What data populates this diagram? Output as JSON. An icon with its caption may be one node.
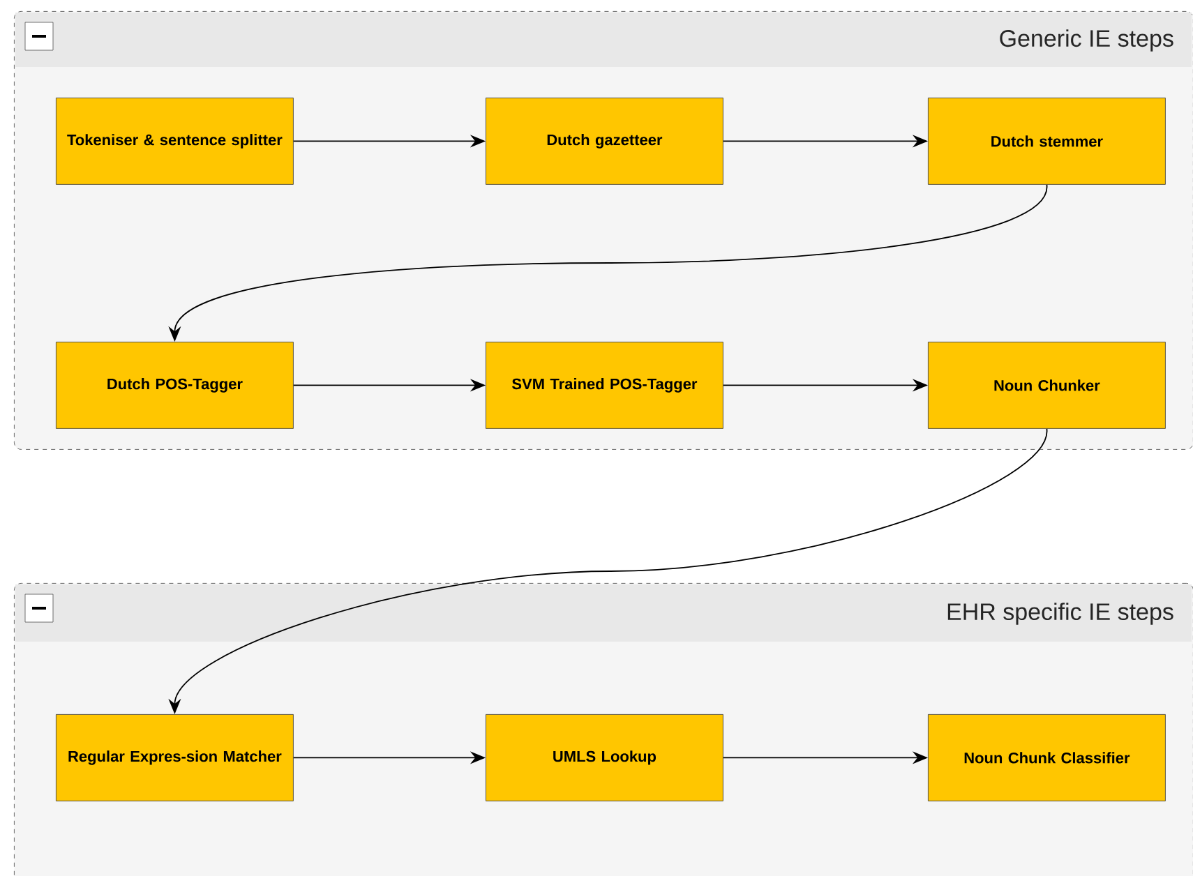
{
  "diagram": {
    "nodes": [
      {
        "text": [
          "Generic IE steps"
        ]
      },
      {
        "text": [
          "Tokeniser & sentence splitter"
        ],
        "in": 0
      },
      {
        "text": [
          "Dutch gazetteer"
        ],
        "in": 0
      },
      {
        "text": [
          "Dutch stemmer"
        ],
        "in": 0
      },
      {
        "text": [
          "Dutch POS-Tagger"
        ],
        "in": 0
      },
      {
        "text": [
          "SVM Trained POS-Tagger"
        ],
        "in": 0
      },
      {
        "text": [
          "Noun Chunker"
        ],
        "in": 0
      },
      {
        "text": [
          "EHR specific IE steps"
        ]
      },
      {
        "text": [
          "Regular Expres-sion Matcher"
        ],
        "in": 7
      },
      {
        "text": [
          "UMLS Lookup"
        ],
        "in": 7
      },
      {
        "text": [
          "Noun Chunk Classifier"
        ],
        "in": 7
      }
    ],
    "edges": [
      {
        "from": 1,
        "to": 2,
        "arrow": "to"
      },
      {
        "from": 2,
        "to": 3,
        "arrow": "to"
      },
      {
        "from": 3,
        "to": 4,
        "arrow": "to"
      },
      {
        "from": 4,
        "to": 5,
        "arrow": "to"
      },
      {
        "from": 5,
        "to": 6,
        "arrow": "to"
      },
      {
        "from": 6,
        "to": 8,
        "arrow": "to"
      },
      {
        "from": 8,
        "to": 9,
        "arrow": "to"
      },
      {
        "from": 9,
        "to": 10,
        "arrow": "to"
      }
    ]
  }
}
